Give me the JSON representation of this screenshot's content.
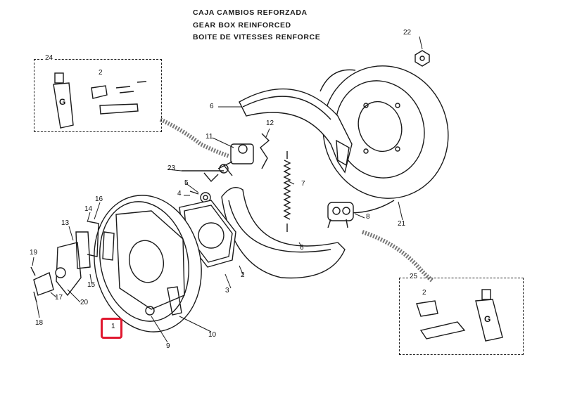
{
  "header": {
    "line1": "CAJA CAMBIOS REFORZADA",
    "line2": "GEAR BOX REINFORCED",
    "line3": "BOITE DE VITESSES RENFORCE"
  },
  "callouts": {
    "c1": "1",
    "c2a": "2",
    "c2b": "2",
    "c2c": "2",
    "c3": "3",
    "c4": "4",
    "c5": "5",
    "c6a": "6",
    "c6b": "6",
    "c7": "7",
    "c8": "8",
    "c9": "9",
    "c10": "10",
    "c11": "11",
    "c12": "12",
    "c13": "13",
    "c14": "14",
    "c15": "15",
    "c16": "16",
    "c17": "17",
    "c18": "18",
    "c19": "19",
    "c20": "20",
    "c21": "21",
    "c22": "22",
    "c23": "23",
    "c24": "24",
    "c25": "25"
  },
  "tube_letter": "G",
  "highlight_color": "#e0182f"
}
